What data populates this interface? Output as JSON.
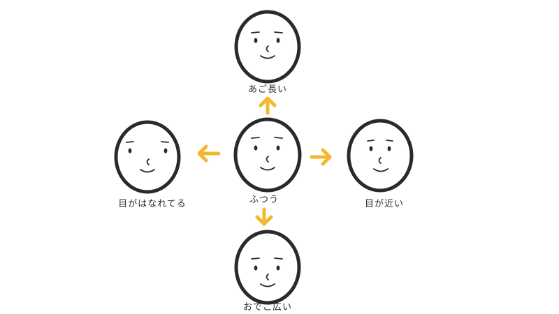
{
  "colors": {
    "arrow": "#f4b730",
    "outline": "#2a2a2a",
    "background": "#ffffff"
  },
  "faces": [
    {
      "id": "center",
      "label": "ふつう"
    },
    {
      "id": "top",
      "label": "あご長い"
    },
    {
      "id": "left",
      "label": "目がはなれてる"
    },
    {
      "id": "right",
      "label": "目が近い"
    },
    {
      "id": "bottom",
      "label": "おでこ広い"
    }
  ]
}
